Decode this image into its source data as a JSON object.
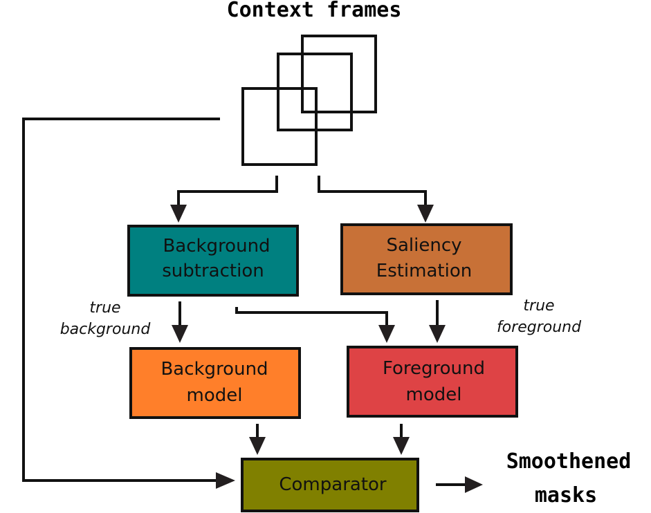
{
  "title": "Context frames",
  "output": {
    "line1": "Smoothened",
    "line2": "masks"
  },
  "nodes": {
    "bg_subtraction": {
      "line1": "Background",
      "line2": "subtraction",
      "color": "#008080"
    },
    "saliency": {
      "line1": "Saliency",
      "line2": "Estimation",
      "color": "#c87137"
    },
    "bg_model": {
      "line1": "Background",
      "line2": "model",
      "color": "#ff7f2a"
    },
    "fg_model": {
      "line1": "Foreground",
      "line2": "model",
      "color": "#de4345"
    },
    "comparator": {
      "label": "Comparator",
      "color": "#808000"
    }
  },
  "labels": {
    "true_background": {
      "line1": "true",
      "line2": "background"
    },
    "true_foreground": {
      "line1": "true",
      "line2": "foreground"
    }
  }
}
